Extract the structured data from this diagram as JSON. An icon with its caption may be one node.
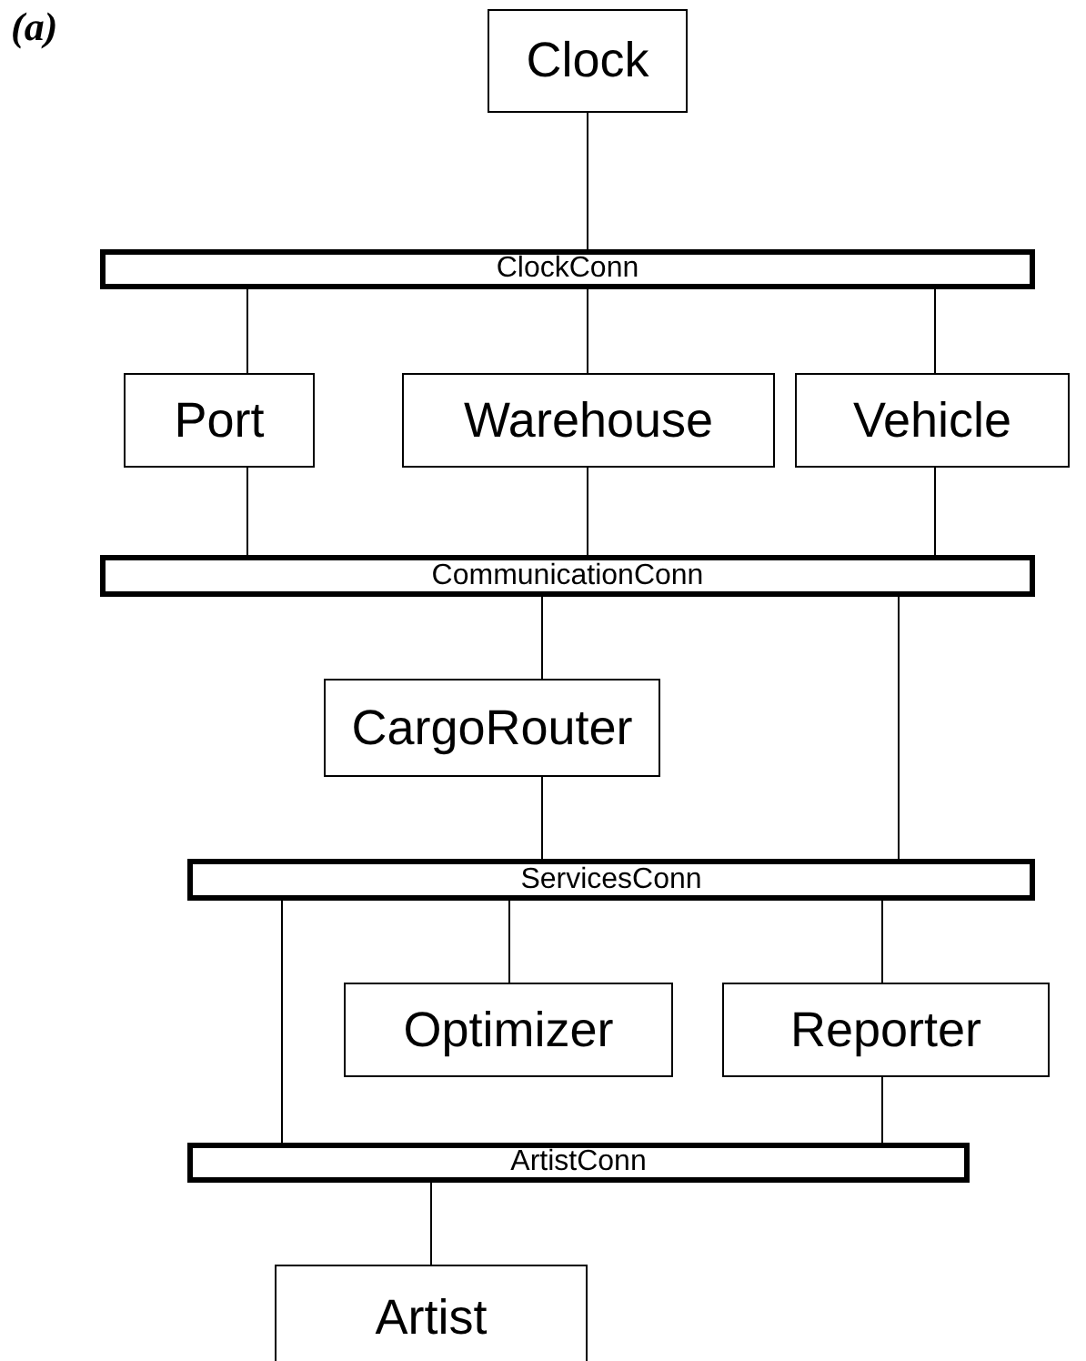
{
  "diagram": {
    "nodes": [
      {
        "text": [
          "Clock"
        ]
      },
      {
        "text": [
          "ClockConn"
        ]
      },
      {
        "text": [
          "Port"
        ]
      },
      {
        "text": [
          "Warehouse"
        ]
      },
      {
        "text": [
          "Vehicle"
        ]
      },
      {
        "text": [
          "CommunicationConn"
        ]
      },
      {
        "text": [
          "CargoRouter"
        ]
      },
      {
        "text": [
          "ServicesConn"
        ]
      },
      {
        "text": [
          "Optimizer"
        ]
      },
      {
        "text": [
          "Reporter"
        ]
      },
      {
        "text": [
          "ArtistConn"
        ]
      },
      {
        "text": [
          "Artist"
        ]
      }
    ],
    "edges": [
      {
        "from": 0,
        "to": 1,
        "arrow": "none"
      },
      {
        "from": 1,
        "to": 2,
        "arrow": "none"
      },
      {
        "from": 1,
        "to": 3,
        "arrow": "none"
      },
      {
        "from": 1,
        "to": 4,
        "arrow": "none"
      },
      {
        "from": 2,
        "to": 5,
        "arrow": "none"
      },
      {
        "from": 3,
        "to": 5,
        "arrow": "none"
      },
      {
        "from": 4,
        "to": 5,
        "arrow": "none"
      },
      {
        "from": 5,
        "to": 6,
        "arrow": "none"
      },
      {
        "from": 5,
        "to": 7,
        "arrow": "none"
      },
      {
        "from": 6,
        "to": 7,
        "arrow": "none"
      },
      {
        "from": 7,
        "to": 8,
        "arrow": "none"
      },
      {
        "from": 7,
        "to": 9,
        "arrow": "none"
      },
      {
        "from": 7,
        "to": 10,
        "arrow": "none"
      },
      {
        "from": 9,
        "to": 10,
        "arrow": "none"
      },
      {
        "from": 10,
        "to": 11,
        "arrow": "none"
      }
    ],
    "labels": [
      "(a)"
    ]
  }
}
